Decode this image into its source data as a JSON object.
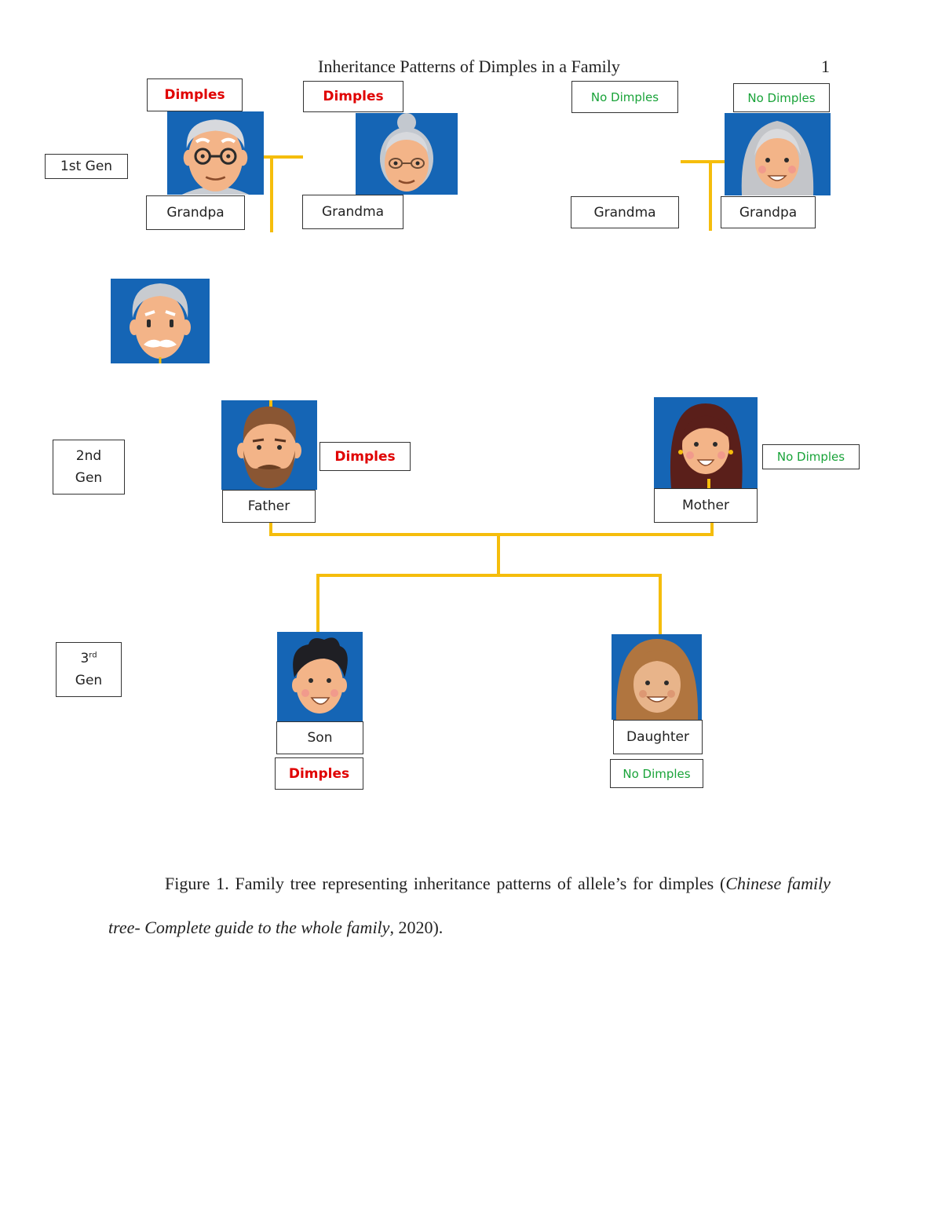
{
  "header": {
    "title": "Inheritance Patterns of Dimples in a Family",
    "page_number": "1"
  },
  "generations": {
    "first": "1st Gen",
    "second_line1": "2nd",
    "second_line2": "Gen",
    "third_base": "3",
    "third_sup": "rd",
    "third_line2": "Gen"
  },
  "people": {
    "grandpa_left": {
      "name": "Grandpa",
      "trait": "Dimples"
    },
    "grandma_left": {
      "name": "Grandma",
      "trait": "Dimples"
    },
    "grandma_right": {
      "name": "Grandma",
      "trait": "No Dimples"
    },
    "grandpa_right": {
      "name": "Grandpa",
      "trait": "No Dimples"
    },
    "father": {
      "name": "Father",
      "trait": "Dimples"
    },
    "mother": {
      "name": "Mother",
      "trait": "No Dimples"
    },
    "son": {
      "name": "Son",
      "trait": "Dimples"
    },
    "daughter": {
      "name": "Daughter",
      "trait": "No Dimples"
    }
  },
  "colors": {
    "dimples": "#e00000",
    "no_dimples": "#19a339",
    "connector": "#f5bd0c",
    "portrait_bg": "#1565b5"
  },
  "caption": {
    "prefix": "Figure 1. Family tree representing inheritance patterns of allele’s for dimples (",
    "citation": "Chinese family tree- Complete guide to the whole family",
    "suffix": ", 2020)."
  }
}
